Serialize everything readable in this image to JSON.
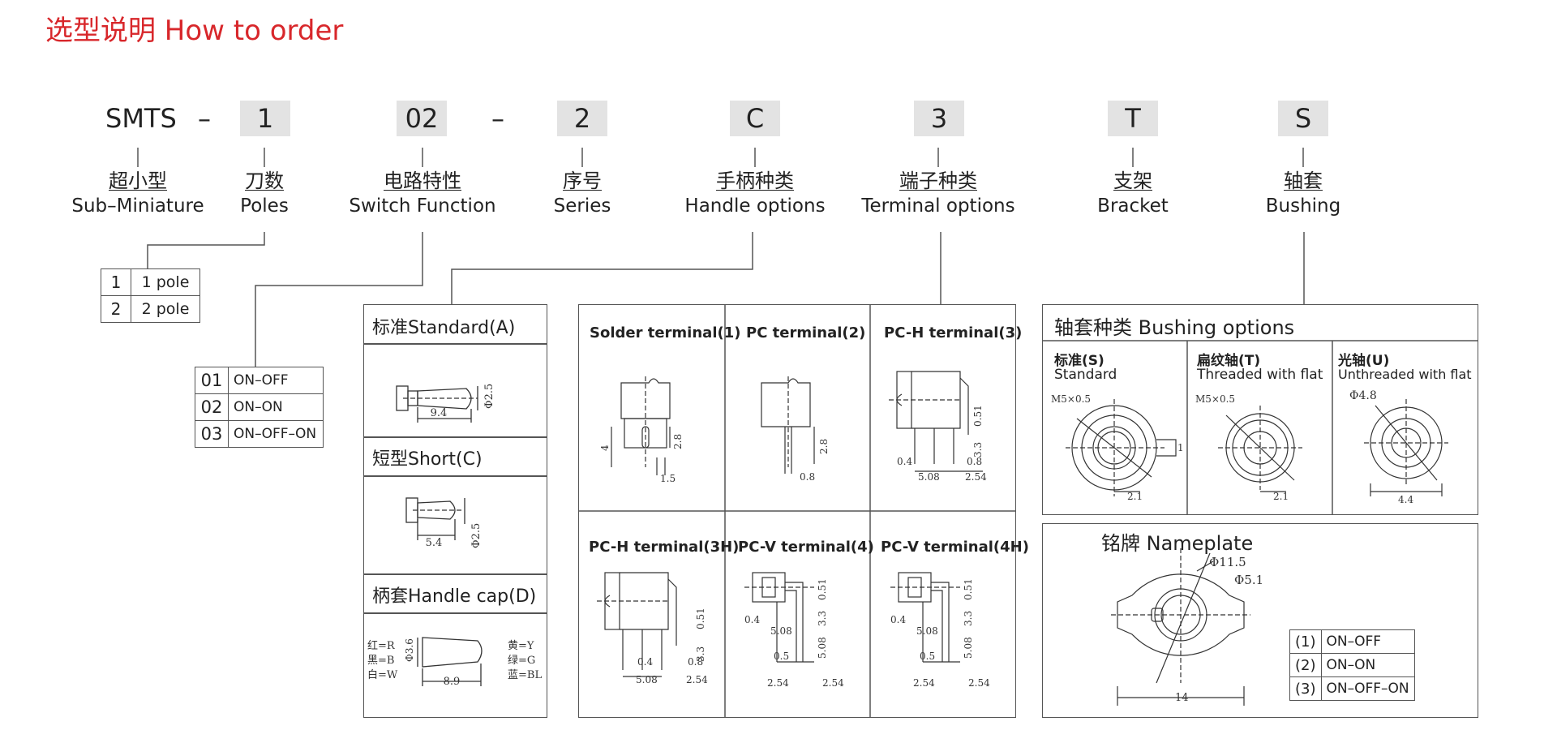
{
  "title": "选型说明 How to order",
  "code": {
    "prefix": "SMTS",
    "dash": "–",
    "poles": "1",
    "function": "02",
    "series": "2",
    "handle": "C",
    "terminal": "3",
    "bracket": "T",
    "bushing": "S"
  },
  "labels": {
    "sub": {
      "cn": "超小型",
      "en": "Sub–Miniature"
    },
    "poles": {
      "cn": "刀数",
      "en": "Poles"
    },
    "function": {
      "cn": "电路特性",
      "en": "Switch Function"
    },
    "series": {
      "cn": "序号",
      "en": "Series"
    },
    "handle": {
      "cn": "手柄种类",
      "en": "Handle options"
    },
    "terminal": {
      "cn": "端子种类",
      "en": "Terminal options"
    },
    "bracket": {
      "cn": "支架",
      "en": "Bracket"
    },
    "bushing": {
      "cn": "轴套",
      "en": "Bushing"
    }
  },
  "poles_table": [
    {
      "code": "1",
      "desc": "1 pole"
    },
    {
      "code": "2",
      "desc": "2 pole"
    }
  ],
  "function_table": [
    {
      "code": "01",
      "desc": "ON–OFF"
    },
    {
      "code": "02",
      "desc": "ON–ON"
    },
    {
      "code": "03",
      "desc": "ON–OFF–ON"
    }
  ],
  "handle_panel": {
    "standard": "标准Standard(A)",
    "short": "短型Short(C)",
    "cap": "柄套Handle cap(D)",
    "dim_std_len": "9.4",
    "dim_std_dia": "Φ2.5",
    "dim_short_len": "5.4",
    "dim_short_dia": "Φ2.5",
    "dim_cap_len": "8.9",
    "dim_cap_dia": "Φ3.6",
    "colors_left": [
      "红=R",
      "黑=B",
      "白=W"
    ],
    "colors_right": [
      "黄=Y",
      "绿=G",
      "蓝=BL"
    ]
  },
  "terminal_panel": {
    "cells": [
      {
        "label": "Solder terminal(1)",
        "dims": [
          "2.8",
          "1.5",
          "4"
        ]
      },
      {
        "label": "PC terminal(2)",
        "dims": [
          "2.8",
          "0.8"
        ]
      },
      {
        "label": "PC-H terminal(3)",
        "dims": [
          "0.51",
          "3.3",
          "0.4",
          "0.8",
          "5.08",
          "2.54"
        ]
      },
      {
        "label": "PC-H terminal(3H)",
        "dims": [
          "0.51",
          "3.3",
          "0.4",
          "0.8",
          "5.08",
          "2.54"
        ]
      },
      {
        "label": "PC-V terminal(4)",
        "dims": [
          "0.51",
          "3.3",
          "0.4",
          "5.08",
          "0.5",
          "5.08",
          "2.54",
          "2.54"
        ]
      },
      {
        "label": "PC-V terminal(4H)",
        "dims": [
          "0.51",
          "3.3",
          "0.4",
          "5.08",
          "0.5",
          "5.08",
          "2.54",
          "2.54"
        ]
      }
    ]
  },
  "bushing_panel": {
    "title": "轴套种类 Bushing options",
    "cells": [
      {
        "cn": "标准(S)",
        "en": "Standard",
        "dim_top": "M5×0.5",
        "dim_bottom": "2.1",
        "dim_side": "1"
      },
      {
        "cn": "扁纹轴(T)",
        "en": "Threaded with flat",
        "dim_top": "M5×0.5",
        "dim_bottom": "2.1"
      },
      {
        "cn": "光轴(U)",
        "en": "Unthreaded with flat",
        "dim_top": "Φ4.8",
        "dim_bottom": "4.4"
      }
    ]
  },
  "nameplate": {
    "title": "铭牌 Nameplate",
    "dim_outer": "Φ11.5",
    "dim_inner": "Φ5.1",
    "dim_width": "14",
    "table": [
      {
        "code": "(1)",
        "desc": "ON–OFF"
      },
      {
        "code": "(2)",
        "desc": "ON–ON"
      },
      {
        "code": "(3)",
        "desc": "ON–OFF–ON"
      }
    ]
  }
}
